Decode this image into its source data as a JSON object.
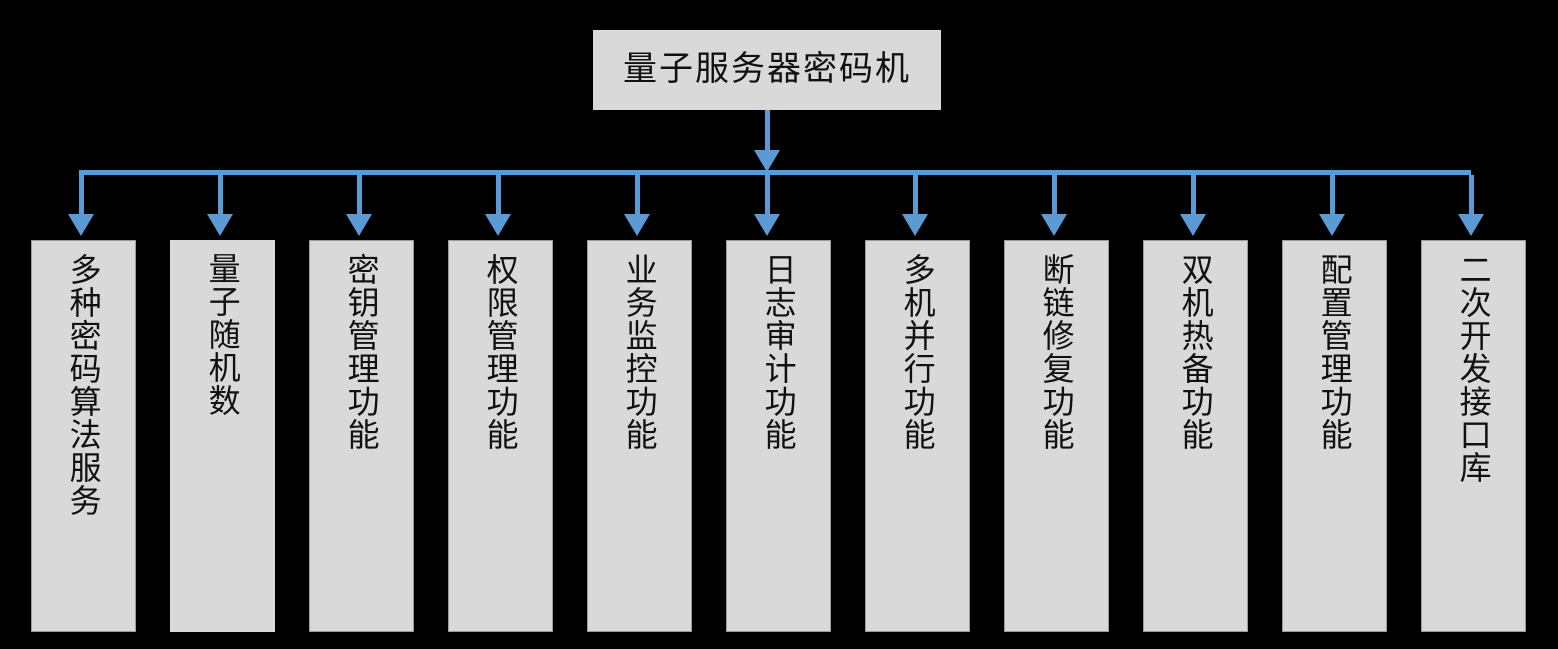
{
  "diagram": {
    "title": "量子服务器密码机",
    "background_color": "#000000",
    "node_fill_color": "#d9d9d9",
    "node_border_color": "#9a9a9a",
    "connector_color": "#5b9bd5",
    "root": {
      "label": "量子服务器密码机"
    },
    "children": [
      {
        "label": "多种密码算法服务",
        "bordered": true
      },
      {
        "label": "量子随机数",
        "bordered": false
      },
      {
        "label": "密钥管理功能",
        "bordered": true
      },
      {
        "label": "权限管理功能",
        "bordered": true
      },
      {
        "label": "业务监控功能",
        "bordered": true
      },
      {
        "label": "日志审计功能",
        "bordered": true
      },
      {
        "label": "多机并行功能",
        "bordered": true
      },
      {
        "label": "断链修复功能",
        "bordered": true
      },
      {
        "label": "双机热备功能",
        "bordered": true
      },
      {
        "label": "配置管理功能",
        "bordered": true
      },
      {
        "label": "二次开发接口库",
        "bordered": true
      }
    ]
  }
}
